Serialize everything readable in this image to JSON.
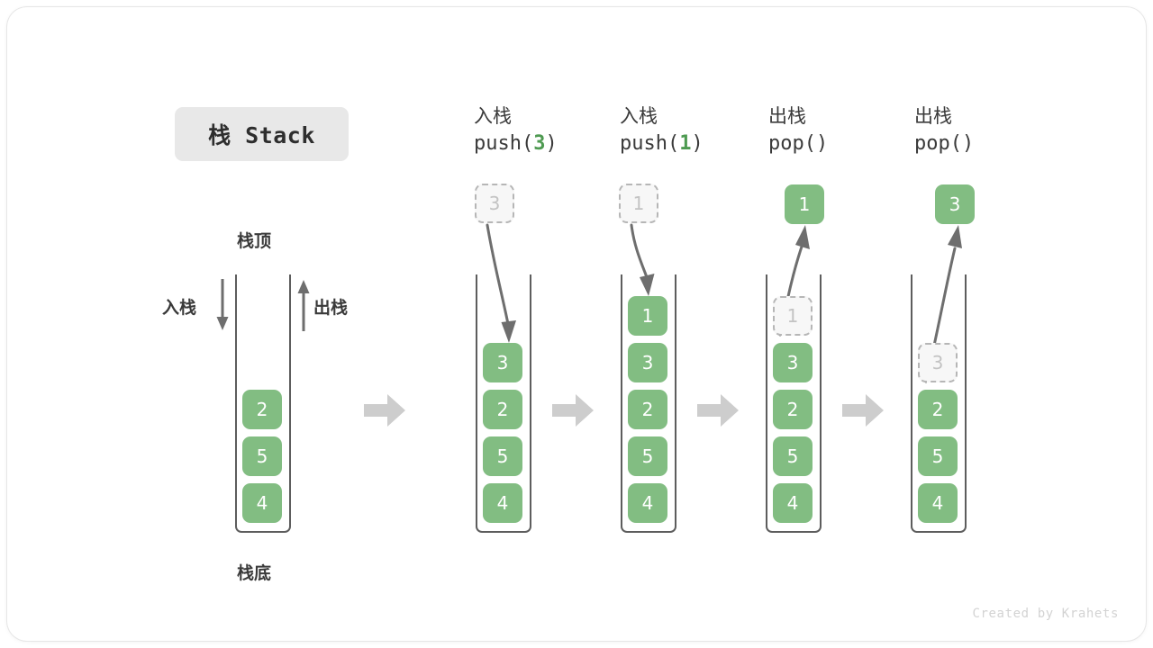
{
  "title": {
    "badge_text": "栈 Stack"
  },
  "labels": {
    "stack_top": "栈顶",
    "stack_bottom": "栈底",
    "push_arrow": "入栈",
    "pop_arrow": "出栈"
  },
  "colors": {
    "cell_green": "#82bd82",
    "cell_text": "#ffffff",
    "ghost_fill": "#f7f7f7",
    "ghost_border": "#b6b6b6",
    "ghost_text": "#c3c3c3",
    "badge_bg": "#e8e8e8",
    "wall": "#5d5d5d",
    "step_arrow": "#cdcdcd",
    "curve_arrow": "#6e6e6e",
    "accent_green_text": "#4e9a51"
  },
  "columns": [
    {
      "id": "initial",
      "header_line1": "",
      "header_line2": "",
      "header_arg": "",
      "incoming": null,
      "outgoing": null,
      "cells": [
        {
          "value": "2",
          "state": "filled"
        },
        {
          "value": "5",
          "state": "filled"
        },
        {
          "value": "4",
          "state": "filled"
        }
      ]
    },
    {
      "id": "push-3",
      "header_line1": "入栈",
      "header_line2_prefix": "push(",
      "header_arg": "3",
      "header_line2_suffix": ")",
      "incoming": {
        "value": "3"
      },
      "outgoing": null,
      "cells": [
        {
          "value": "3",
          "state": "filled"
        },
        {
          "value": "2",
          "state": "filled"
        },
        {
          "value": "5",
          "state": "filled"
        },
        {
          "value": "4",
          "state": "filled"
        }
      ]
    },
    {
      "id": "push-1",
      "header_line1": "入栈",
      "header_line2_prefix": "push(",
      "header_arg": "1",
      "header_line2_suffix": ")",
      "incoming": {
        "value": "1"
      },
      "outgoing": null,
      "cells": [
        {
          "value": "1",
          "state": "filled"
        },
        {
          "value": "3",
          "state": "filled"
        },
        {
          "value": "2",
          "state": "filled"
        },
        {
          "value": "5",
          "state": "filled"
        },
        {
          "value": "4",
          "state": "filled"
        }
      ]
    },
    {
      "id": "pop-1",
      "header_line1": "出栈",
      "header_line2_prefix": "pop(",
      "header_arg": "",
      "header_line2_suffix": ")",
      "incoming": null,
      "outgoing": {
        "value": "1"
      },
      "cells": [
        {
          "value": "1",
          "state": "ghost"
        },
        {
          "value": "3",
          "state": "filled"
        },
        {
          "value": "2",
          "state": "filled"
        },
        {
          "value": "5",
          "state": "filled"
        },
        {
          "value": "4",
          "state": "filled"
        }
      ]
    },
    {
      "id": "pop-3",
      "header_line1": "出栈",
      "header_line2_prefix": "pop(",
      "header_arg": "",
      "header_line2_suffix": ")",
      "incoming": null,
      "outgoing": {
        "value": "3"
      },
      "cells": [
        {
          "value": "3",
          "state": "ghost"
        },
        {
          "value": "2",
          "state": "filled"
        },
        {
          "value": "5",
          "state": "filled"
        },
        {
          "value": "4",
          "state": "filled"
        }
      ]
    }
  ],
  "footer": {
    "credit": "Created by Krahets"
  }
}
